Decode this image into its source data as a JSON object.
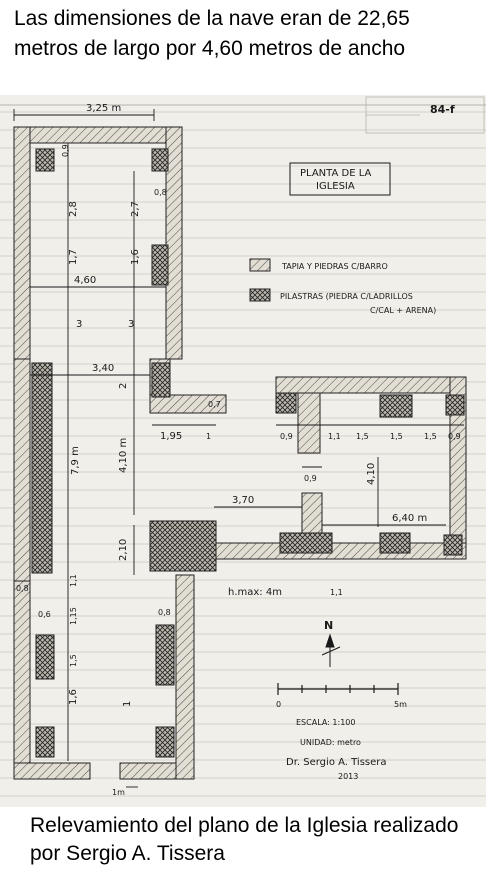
{
  "captions": {
    "top": "Las dimensiones de la nave eran de 22,65 metros de largo por 4,60 metros de ancho",
    "bottom": "Relevamiento del plano de la Iglesia realizado por Sergio A. Tissera"
  },
  "sheet": {
    "page_code": "84-f",
    "title_line1": "PLANTA DE LA",
    "title_line2": "IGLESIA",
    "legend_wall": "TAPIA Y PIEDRAS C/BARRO",
    "legend_pilaster_line1": "PILASTRAS (PIEDRA C/LADRILLOS",
    "legend_pilaster_line2": "C/CAL + ARENA)",
    "north": "N",
    "scale_start": "0",
    "scale_end": "5m",
    "scale_text": "ESCALA: 1:100",
    "units_text": "UNIDAD: metro",
    "author": "Dr. Sergio A. Tissera",
    "year": "2013",
    "height_note": "h.max: 4m"
  },
  "dimensions": {
    "top_width": "3,25 m",
    "nave_width": "4,60",
    "transept_width": "3,40",
    "left_len": "1,95",
    "right_len": "3,70",
    "right_len2": "6,40 m",
    "bar_len": "4,10 m",
    "bar_len2": "4,10",
    "seg_2_10": "2,10",
    "seg_2": "2",
    "seg_0_9a": "0,9",
    "seg_0_9b": "0,9",
    "seg_0_9c": "0,9",
    "seg_0_9d": "0,9",
    "seg_0_8a": "0,8",
    "seg_0_8b": "0,8",
    "seg_0_8c": "0,8",
    "seg_0_6": "0,6",
    "seg_0_7": "0,7",
    "seg_1_1a": "1,1",
    "seg_1_1b": "1,1",
    "seg_1_1c": "1,1",
    "seg_1_5a": "1,5",
    "seg_1_5b": "1,5",
    "seg_1_5c": "1,5",
    "seg_1_5d": "1,5",
    "seg_1_15": "1,15",
    "seg_2_8": "2,8",
    "seg_2_7": "2,7",
    "seg_1_7": "1,7",
    "seg_1_6a": "1,6",
    "seg_1_6b": "1,6",
    "seg_3a": "3",
    "seg_3b": "3",
    "seg_7_9": "7,9 m",
    "seg_1": "1",
    "seg_1b": "1",
    "seg_1m": "1m"
  },
  "colors": {
    "paper": "#f1efe9",
    "ink": "#1a1a1a",
    "wall": "#cfcabd",
    "pilaster": "#9b968a"
  }
}
